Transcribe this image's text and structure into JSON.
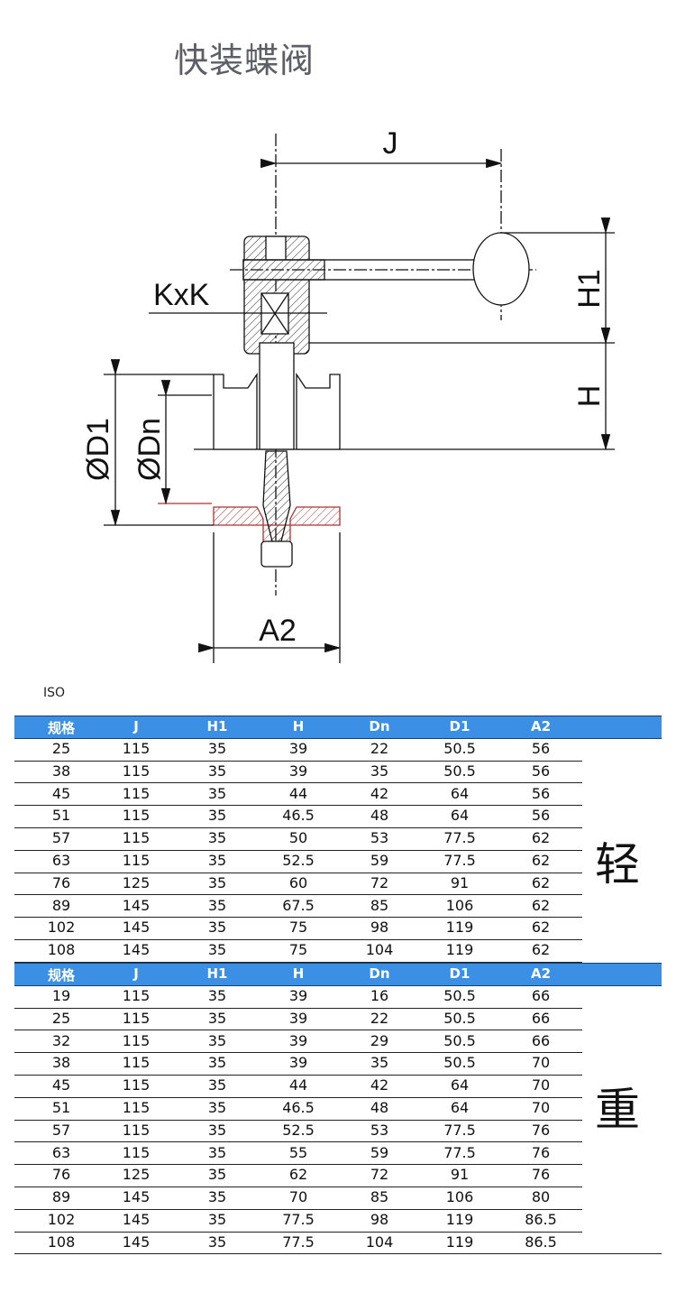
{
  "title": "快装蝶阀",
  "diagram": {
    "labels": {
      "J": "J",
      "H1": "H1",
      "H": "H",
      "KxK": "KxK",
      "D1": "ØD1",
      "Dn": "ØDn",
      "A2": "A2"
    }
  },
  "standard_label": "ISO",
  "columns": [
    "规格",
    "J",
    "H1",
    "H",
    "Dn",
    "D1",
    "A2"
  ],
  "light": {
    "label": "轻",
    "rows": [
      [
        "25",
        "115",
        "35",
        "39",
        "22",
        "50.5",
        "56"
      ],
      [
        "38",
        "115",
        "35",
        "39",
        "35",
        "50.5",
        "56"
      ],
      [
        "45",
        "115",
        "35",
        "44",
        "42",
        "64",
        "56"
      ],
      [
        "51",
        "115",
        "35",
        "46.5",
        "48",
        "64",
        "56"
      ],
      [
        "57",
        "115",
        "35",
        "50",
        "53",
        "77.5",
        "62"
      ],
      [
        "63",
        "115",
        "35",
        "52.5",
        "59",
        "77.5",
        "62"
      ],
      [
        "76",
        "125",
        "35",
        "60",
        "72",
        "91",
        "62"
      ],
      [
        "89",
        "145",
        "35",
        "67.5",
        "85",
        "106",
        "62"
      ],
      [
        "102",
        "145",
        "35",
        "75",
        "98",
        "119",
        "62"
      ],
      [
        "108",
        "145",
        "35",
        "75",
        "104",
        "119",
        "62"
      ]
    ]
  },
  "heavy": {
    "label": "重",
    "rows": [
      [
        "19",
        "115",
        "35",
        "39",
        "16",
        "50.5",
        "66"
      ],
      [
        "25",
        "115",
        "35",
        "39",
        "22",
        "50.5",
        "66"
      ],
      [
        "32",
        "115",
        "35",
        "39",
        "29",
        "50.5",
        "66"
      ],
      [
        "38",
        "115",
        "35",
        "39",
        "35",
        "50.5",
        "70"
      ],
      [
        "45",
        "115",
        "35",
        "44",
        "42",
        "64",
        "70"
      ],
      [
        "51",
        "115",
        "35",
        "46.5",
        "48",
        "64",
        "70"
      ],
      [
        "57",
        "115",
        "35",
        "52.5",
        "53",
        "77.5",
        "76"
      ],
      [
        "63",
        "115",
        "35",
        "55",
        "59",
        "77.5",
        "76"
      ],
      [
        "76",
        "125",
        "35",
        "62",
        "72",
        "91",
        "76"
      ],
      [
        "89",
        "145",
        "35",
        "70",
        "85",
        "106",
        "80"
      ],
      [
        "102",
        "145",
        "35",
        "77.5",
        "98",
        "119",
        "86.5"
      ],
      [
        "108",
        "145",
        "35",
        "77.5",
        "104",
        "119",
        "86.5"
      ]
    ]
  },
  "colors": {
    "header_bg": "#3b8fe4",
    "title": "#5d5e66"
  }
}
